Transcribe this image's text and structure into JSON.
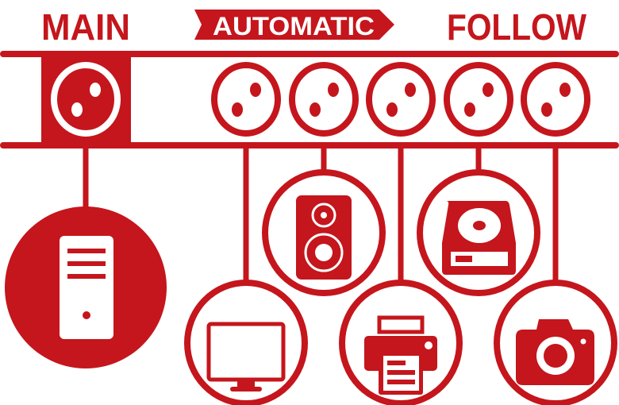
{
  "labels": {
    "main": "MAIN",
    "automatic": "AUTOMATIC",
    "follow": "FOLLOW"
  },
  "colors": {
    "accent": "#c4161c",
    "background": "#ffffff"
  },
  "devices": [
    {
      "name": "computer-tower",
      "socket": "main"
    },
    {
      "name": "monitor",
      "socket": "automatic-1"
    },
    {
      "name": "speaker",
      "socket": "automatic-2"
    },
    {
      "name": "printer",
      "socket": "automatic-3"
    },
    {
      "name": "hard-drive",
      "socket": "automatic-4"
    },
    {
      "name": "camera",
      "socket": "automatic-5"
    }
  ]
}
